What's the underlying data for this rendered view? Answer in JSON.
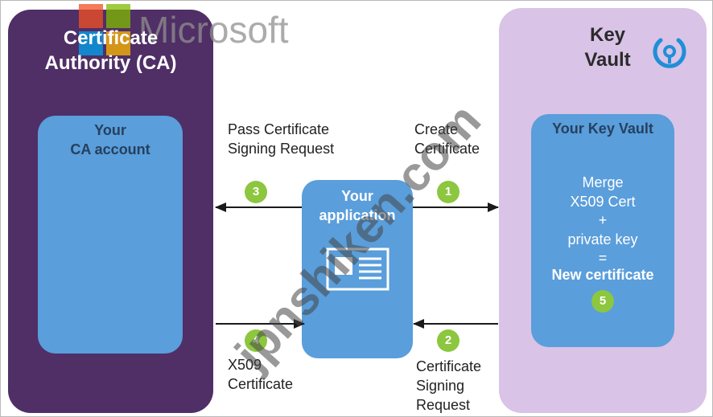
{
  "branding": {
    "microsoft_wordmark": "Microsoft",
    "logo_colors": [
      "#f25022",
      "#7fba00",
      "#00a4ef",
      "#ffb900"
    ],
    "watermark": "jpnshiken.com"
  },
  "ca_panel": {
    "title_line1": "Certificate",
    "title_line2": "Authority (CA)",
    "inner_line1": "Your",
    "inner_line2": "CA account"
  },
  "key_vault_panel": {
    "title_line1": "Key",
    "title_line2": "Vault",
    "inner_title": "Your Key Vault",
    "merge_lines": [
      "Merge",
      "X509 Cert",
      "+",
      "private key",
      "="
    ],
    "new_certificate": "New certificate",
    "icon": "key-vault-icon"
  },
  "application": {
    "line1": "Your",
    "line2": "application",
    "icon": "certificate-card-icon"
  },
  "steps": {
    "pass_csr": {
      "number": "3",
      "line1": "Pass Certificate",
      "line2": "Signing Request"
    },
    "create_cert": {
      "number": "1",
      "line1": "Create",
      "line2": "Certificate"
    },
    "x509": {
      "number": "4",
      "line1": "X509",
      "line2": "Certificate"
    },
    "csr": {
      "number": "2",
      "line1": "Certificate",
      "line2": "Signing",
      "line3": "Request"
    },
    "merge": {
      "number": "5"
    }
  },
  "colors": {
    "ca_panel": "#4f2f66",
    "key_vault_panel": "#d9c3e6",
    "inner_box": "#5a9edb",
    "step_badge": "#8dc63f"
  }
}
